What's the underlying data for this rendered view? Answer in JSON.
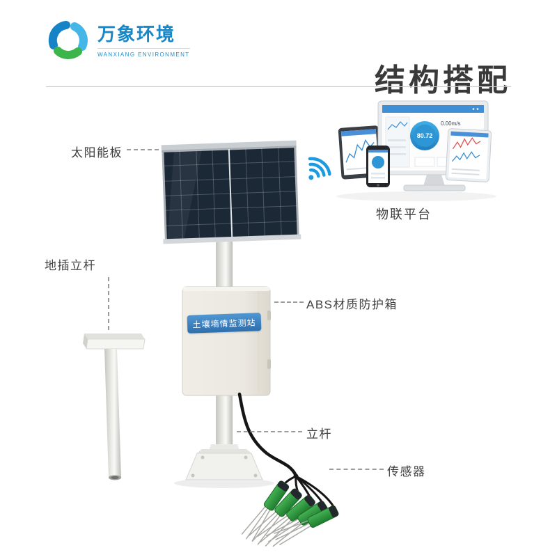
{
  "header": {
    "logo": {
      "brand_cn": "万象环境",
      "brand_en": "WANXIANG ENVIRONMENT"
    },
    "title": "结构搭配"
  },
  "diagram": {
    "labels": {
      "solar_panel": "太阳能板",
      "ground_pole": "地插立杆",
      "abs_box": "ABS材质防护箱",
      "pole": "立杆",
      "sensor": "传感器",
      "iot_platform": "物联平台"
    },
    "station_badge": "土壤墒情监测站",
    "devices": {
      "gauge_value": "80.72",
      "wind_speed": "0.00m/s"
    }
  },
  "colors": {
    "brand_blue": "#1787c8",
    "brand_green": "#3cb54a",
    "title_gray": "#3a3a3a",
    "wifi_blue": "#1e9ae0",
    "badge_blue": "#3f86c6",
    "sensor_green": "#2f9e3c",
    "panel_dark": "#1b2836"
  }
}
